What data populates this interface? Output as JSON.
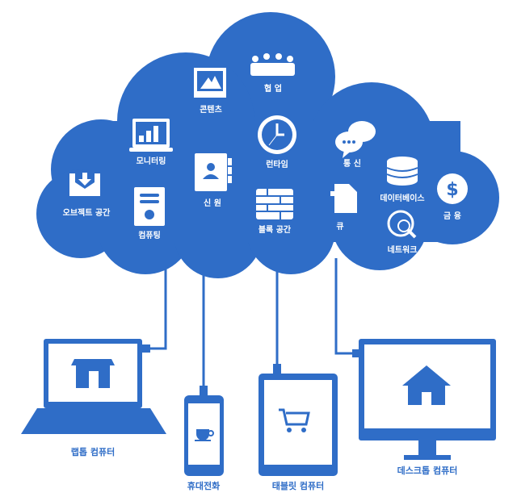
{
  "colors": {
    "primary": "#2f6dc7",
    "background": "#ffffff"
  },
  "cloud_services": [
    {
      "label": "콘텐츠",
      "icon": "image-icon"
    },
    {
      "label": "협 업",
      "icon": "meeting-icon"
    },
    {
      "label": "모니터링",
      "icon": "monitor-chart-icon"
    },
    {
      "label": "런타임",
      "icon": "clock-icon"
    },
    {
      "label": "통 신",
      "icon": "chat-bubbles-icon"
    },
    {
      "label": "오브젝트 공간",
      "icon": "download-tray-icon"
    },
    {
      "label": "신 원",
      "icon": "contact-book-icon"
    },
    {
      "label": "데이터베이스",
      "icon": "database-icon"
    },
    {
      "label": "금 융",
      "icon": "dollar-icon"
    },
    {
      "label": "컴퓨팅",
      "icon": "server-icon"
    },
    {
      "label": "블록 공간",
      "icon": "brick-wall-icon"
    },
    {
      "label": "큐",
      "icon": "document-icon"
    },
    {
      "label": "네트워크",
      "icon": "globe-search-icon"
    }
  ],
  "devices": [
    {
      "label": "랩톱 컴퓨터",
      "icon": "store-icon"
    },
    {
      "label": "휴대전화",
      "icon": "coffee-cup-icon"
    },
    {
      "label": "태블릿 컴퓨터",
      "icon": "shopping-cart-icon"
    },
    {
      "label": "데스크톱 컴퓨터",
      "icon": "home-icon"
    }
  ]
}
